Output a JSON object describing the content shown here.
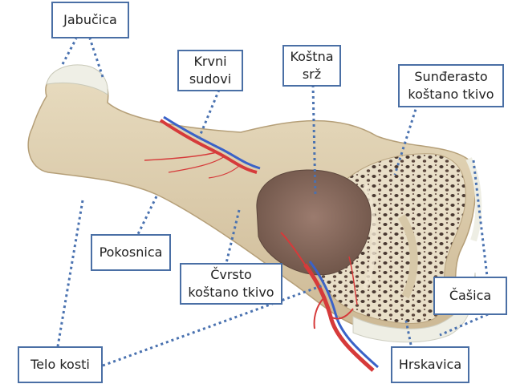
{
  "diagram": {
    "labels": {
      "jabucica": "Jabučica",
      "krvni_sudovi": "Krvni\nsudovi",
      "kostna_srz": "Koštna\nsrž",
      "sundjerasto": "Sunđerasto\nkoštano tkivo",
      "pokosnica": "Pokosnica",
      "cvrsto": "Čvrsto\nkoštano tkivo",
      "casica": "Čašica",
      "telo_kosti": "Telo kosti",
      "hrskavica": "Hrskavica"
    },
    "colors": {
      "label_border": "#4a6fa5",
      "leader_line": "#4a72b0",
      "bone": "#d9c9a6",
      "marrow": "#8a6a5e",
      "artery": "#d63a3a",
      "vein": "#3a62c8",
      "cartilage": "#eeeee4"
    }
  }
}
